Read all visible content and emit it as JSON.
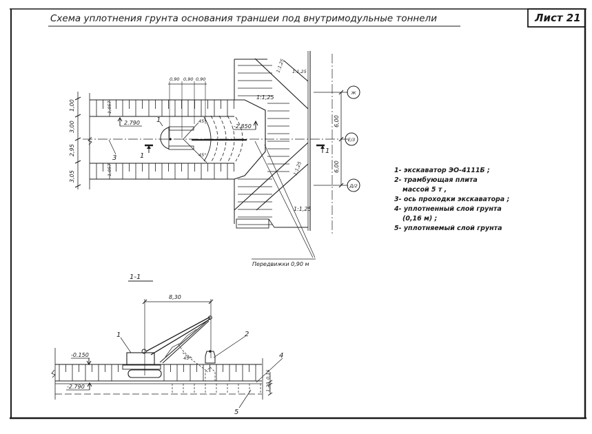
{
  "title": "Схема уплотнения грунта основания траншеи под внутримодульные тоннели",
  "sheet_label": "Лист 21",
  "plan": {
    "width_dims": [
      "1,00",
      "3,00",
      "2,95",
      "3,05"
    ],
    "step_dims": [
      "0,90",
      "0,90",
      "0,90"
    ],
    "axis_spacing": [
      "6,00",
      "6,00"
    ],
    "axes": [
      "Ж",
      "Е/3",
      "Д/2"
    ],
    "elevation_left": "2.790",
    "elevation_right": "-2.850",
    "slope_labels": [
      "1:1,25",
      "1:1,25",
      "1:1,25",
      "1:1,25",
      "1:1,25"
    ],
    "layer_mark": "1,057",
    "angle_labels": [
      "45°",
      "45°"
    ],
    "callouts": [
      "1",
      "3"
    ],
    "section_mark": "1",
    "moves_note": "Передвижки 0,90 м"
  },
  "section": {
    "title": "1-1",
    "reach_dim": "8,30",
    "elevation_top": "-0.150",
    "elevation_bottom": "-2.790",
    "angle": "45°",
    "layer_dims": [
      "0,16",
      "1,20"
    ],
    "callouts": [
      "1",
      "2",
      "4",
      "5"
    ]
  },
  "legend": [
    "1- экскаватор ЭО-4111Б ;",
    "2- трамбующая плита",
    "массой 5 т ,",
    "3- ось проходки экскаватора ;",
    "4- уплотненный слой грунта",
    "(0,16 м) ;",
    "5- уплотняемый слой грунта"
  ]
}
